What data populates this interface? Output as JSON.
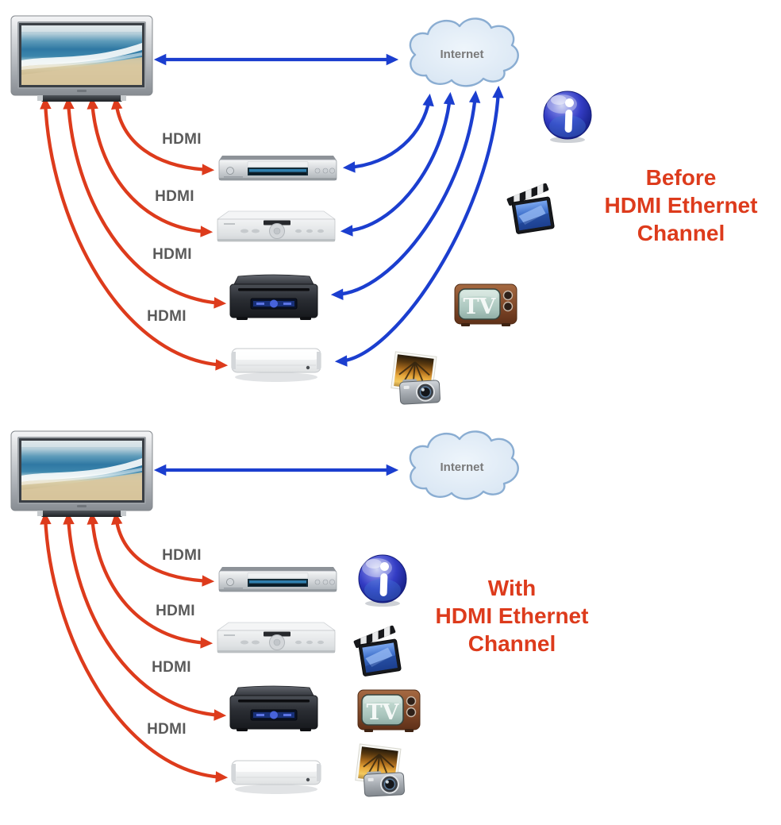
{
  "colors": {
    "hdmi_arrow_red": "#dd3b1c",
    "ethernet_arrow_blue": "#1b3ecf",
    "title_red": "#dd3b1c",
    "hdmi_label_gray": "#5a5a5a",
    "internet_label_gray": "#7a7a7a",
    "cloud_fill": "#dbe7f4",
    "cloud_stroke": "#8aadd2"
  },
  "before": {
    "title_lines": [
      "Before",
      "HDMI Ethernet",
      "Channel"
    ],
    "internet_label": "Internet",
    "hdmi_labels": [
      "HDMI",
      "HDMI",
      "HDMI",
      "HDMI"
    ]
  },
  "with_hec": {
    "title_lines": [
      "With",
      "HDMI Ethernet",
      "Channel"
    ],
    "internet_label": "Internet",
    "hdmi_labels": [
      "HDMI",
      "HDMI",
      "HDMI",
      "HDMI"
    ]
  },
  "icons": {
    "info": "info-icon",
    "movie": "movie-clapper-icon",
    "tv": "retro-tv-icon",
    "photos": "photo-camera-icon",
    "retro_tv_label": "TV"
  },
  "devices": {
    "display": "flat-panel-tv",
    "players": [
      "blu-ray-player",
      "set-top-box",
      "av-receiver",
      "media-player"
    ]
  }
}
